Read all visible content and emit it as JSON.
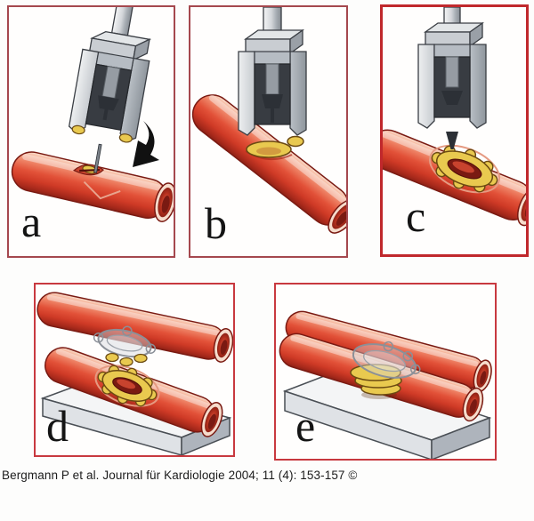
{
  "figure": {
    "panels": [
      {
        "label": "a",
        "description": "clip applicator with needle aimed at vessel incision, black arrow marks insertion site"
      },
      {
        "label": "b",
        "description": "applicator seated on vessel while deploying scalloped clip ring"
      },
      {
        "label": "c",
        "description": "applicator withdrawn leaving yellow scalloped clip ring around vessel opening"
      },
      {
        "label": "d",
        "description": "two vessels with clip rings aligned for connection, lower vessel on support block"
      },
      {
        "label": "e",
        "description": "vessels joined side-to-side by clip resting on support block"
      }
    ],
    "citation": "Bergmann P et al. Journal für Kardiologie 2004; 11 (4): 153-157 ©"
  },
  "colors": {
    "vessel_red": "#e25138",
    "vessel_highlight": "#f6b69c",
    "vessel_dark": "#8d2115",
    "clip_yellow": "#e9c94f",
    "instrument_gray": "#c9cdd2",
    "block_gray": "#e3e6e9",
    "border_muted": "#a5484e",
    "border_bright": "#c0282c",
    "background": "#ffffff"
  }
}
